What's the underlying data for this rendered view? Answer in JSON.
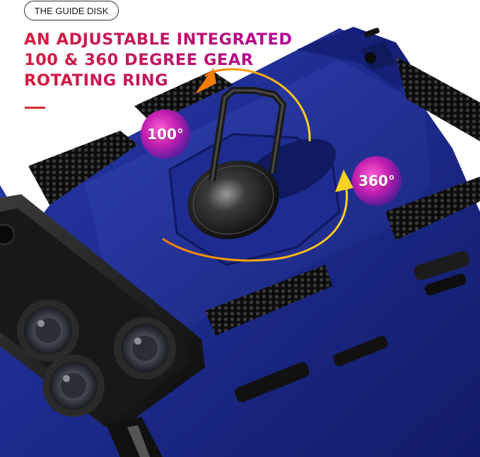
{
  "badge": {
    "label": "THE GUIDE DISK"
  },
  "headline": {
    "line1": "AN ADJUSTABLE INTEGRATED",
    "line2": "100 & 360 DEGREE GEAR",
    "line3": "ROTATING RING"
  },
  "angles": {
    "tilt": "100°",
    "spin": "360°"
  },
  "colors": {
    "case_blue": "#1c2a8c",
    "headline_red": "#d81b3c",
    "headline_magenta": "#b0009a",
    "arrow_yellow": "#ffd21f",
    "arrow_orange": "#f57c00",
    "accent_red": "#d32f2f"
  }
}
